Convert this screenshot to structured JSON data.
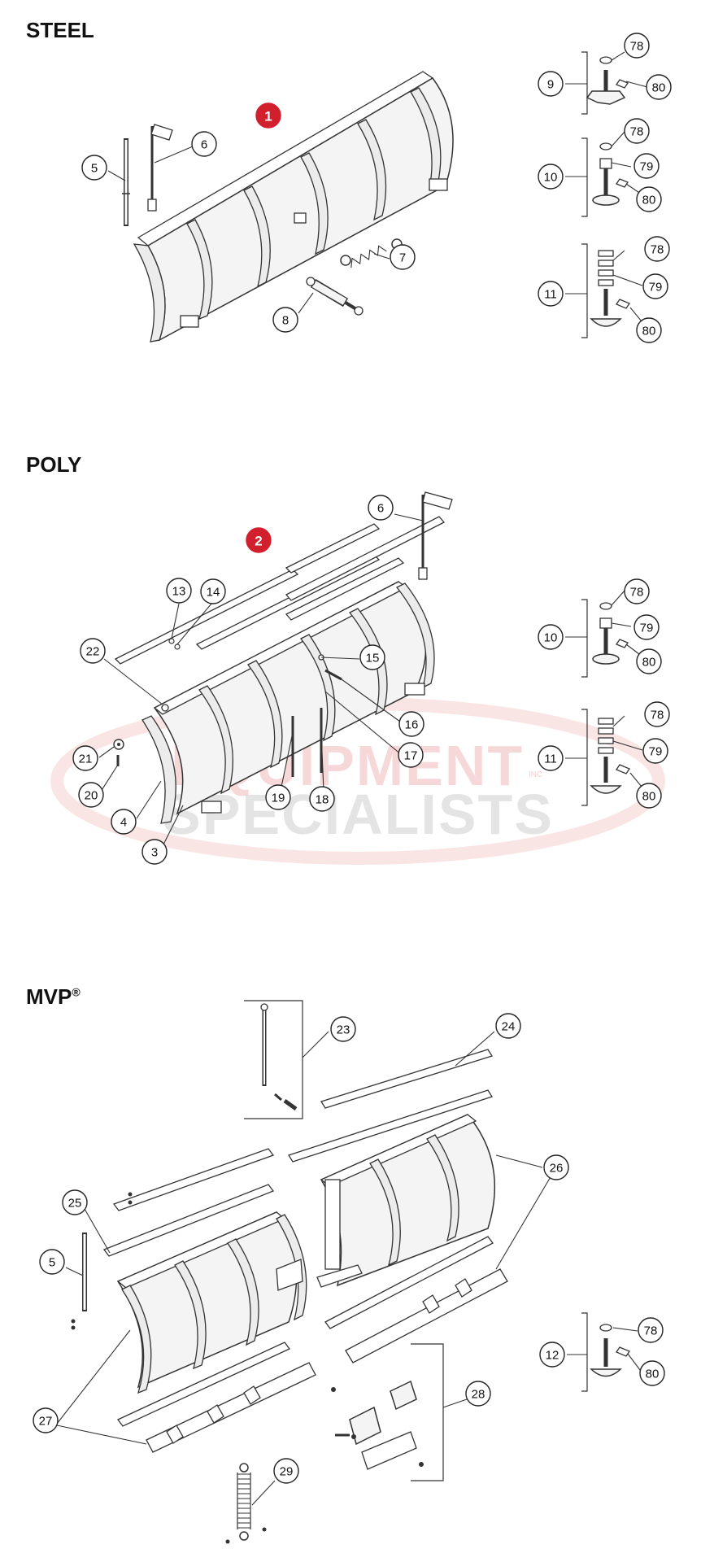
{
  "sections": {
    "steel": "STEEL",
    "poly": "POLY",
    "mvp": "MVP",
    "mvp_mark": "®"
  },
  "watermark": {
    "line1": "EQUIPMENT",
    "line2": "SPECIALISTS",
    "inc": "INC",
    "color_red": "#d11f2e",
    "color_gray": "#9a9a9a"
  },
  "callouts": {
    "steel_1": "1",
    "steel_5": "5",
    "steel_6": "6",
    "steel_7": "7",
    "steel_8": "8",
    "steel_9": "9",
    "steel_9_78": "78",
    "steel_9_80": "80",
    "steel_10": "10",
    "steel_10_78": "78",
    "steel_10_79": "79",
    "steel_10_80": "80",
    "steel_11": "11",
    "steel_11_78": "78",
    "steel_11_79": "79",
    "steel_11_80": "80",
    "poly_2": "2",
    "poly_3": "3",
    "poly_4": "4",
    "poly_6": "6",
    "poly_13": "13",
    "poly_14": "14",
    "poly_15": "15",
    "poly_16": "16",
    "poly_17": "17",
    "poly_18": "18",
    "poly_19": "19",
    "poly_20": "20",
    "poly_21": "21",
    "poly_22": "22",
    "poly_10": "10",
    "poly_10_78": "78",
    "poly_10_79": "79",
    "poly_10_80": "80",
    "poly_11": "11",
    "poly_11_78": "78",
    "poly_11_79": "79",
    "poly_11_80": "80",
    "mvp_5": "5",
    "mvp_12": "12",
    "mvp_12_78": "78",
    "mvp_12_80": "80",
    "mvp_23": "23",
    "mvp_24": "24",
    "mvp_25": "25",
    "mvp_26": "26",
    "mvp_27": "27",
    "mvp_28": "28",
    "mvp_29": "29"
  }
}
